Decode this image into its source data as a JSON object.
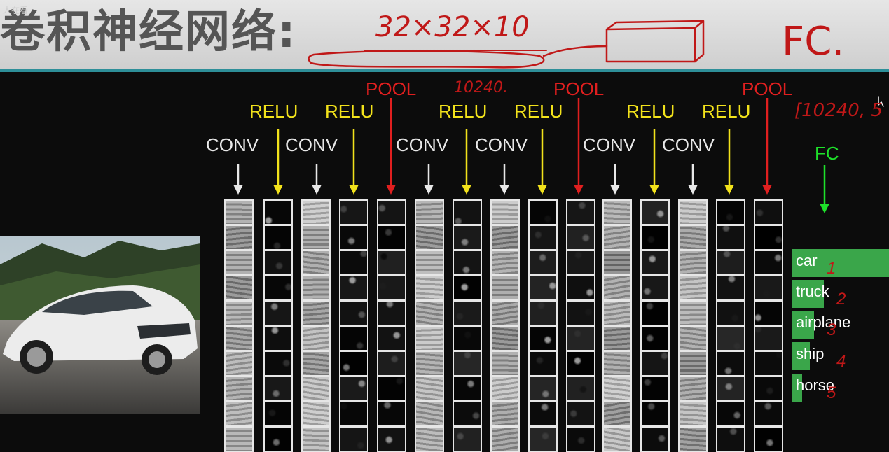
{
  "title": "卷积神经网络:",
  "watermark": "人在看",
  "handwritten_notes": [
    "32×32×10",
    "FC.",
    "10240.",
    "[10240, 5"
  ],
  "layer_labels": {
    "conv": "CONV",
    "relu": "RELU",
    "pool": "POOL",
    "fc": "FC"
  },
  "colors": {
    "conv": "#e8e8e8",
    "relu": "#f2e21b",
    "pool": "#e01f1f",
    "fc": "#1ee12a",
    "bar": "#3aa64a"
  },
  "classes": [
    {
      "label": "car",
      "score": 1.0
    },
    {
      "label": "truck",
      "score": 0.33
    },
    {
      "label": "airplane",
      "score": 0.23
    },
    {
      "label": "ship",
      "score": 0.19
    },
    {
      "label": "horse",
      "score": 0.11
    }
  ],
  "class_ranks": [
    "1",
    "2",
    "3",
    "4",
    "5"
  ],
  "image": "white-sports-car-photo"
}
